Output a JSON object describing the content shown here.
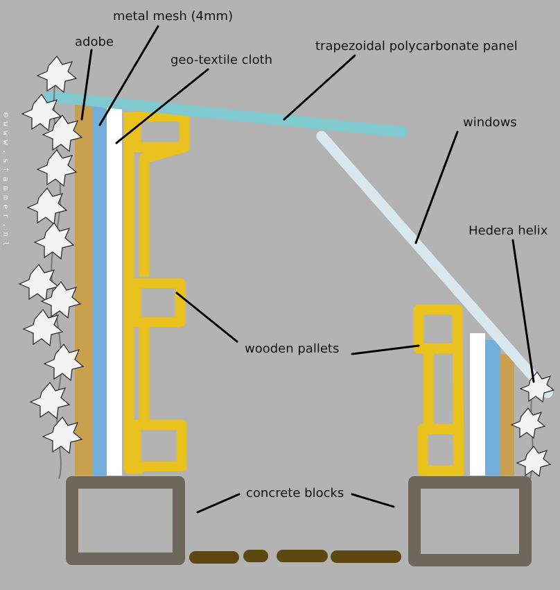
{
  "watermark": "© w w w . s t a m m e r . n l",
  "labels": {
    "metal_mesh": "metal mesh (4mm)",
    "adobe": "adobe",
    "geo_textile": "geo-textile cloth",
    "polycarbonate": "trapezoidal polycarbonate panel",
    "windows": "windows",
    "hedera": "Hedera helix",
    "pallets": "wooden pallets",
    "concrete": "concrete blocks"
  },
  "colors": {
    "background": "#b3b3b3",
    "adobe": "#c9a04e",
    "metal_mesh": "#74aedb",
    "geo_textile": "#ffffff",
    "pallets": "#e9c21e",
    "polycarbonate": "#7fc9cf",
    "windows": "#d9e7ee",
    "concrete": "#6d675c",
    "floor": "#5c4710",
    "ivy_leaf": "#f4f4f4",
    "ivy_outline": "#222222"
  }
}
